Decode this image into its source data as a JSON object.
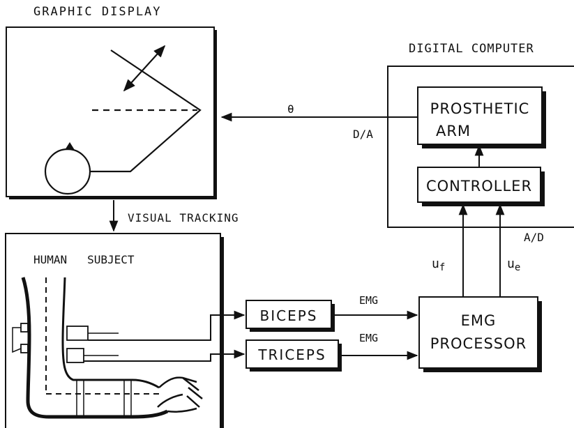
{
  "graphic_display": {
    "title": "GRAPHIC DISPLAY"
  },
  "digital_computer": {
    "title": "DIGITAL COMPUTER"
  },
  "prosthetic_arm": {
    "line1": "PROSTHETIC",
    "line2": "ARM"
  },
  "controller": {
    "label": "CONTROLLER"
  },
  "signals": {
    "theta": "θ",
    "da": "D/A",
    "ad": "A/D",
    "uf": "u",
    "uf_sub": "f",
    "ue": "u",
    "ue_sub": "e",
    "emg_top": "EMG",
    "emg_bottom": "EMG"
  },
  "visual_tracking": "VISUAL TRACKING",
  "human_subject": {
    "title": "HUMAN   SUBJECT"
  },
  "biceps": {
    "label": "BICEPS"
  },
  "triceps": {
    "label": "TRICEPS"
  },
  "emg_processor": {
    "line1": "EMG",
    "line2": "PROCESSOR"
  }
}
